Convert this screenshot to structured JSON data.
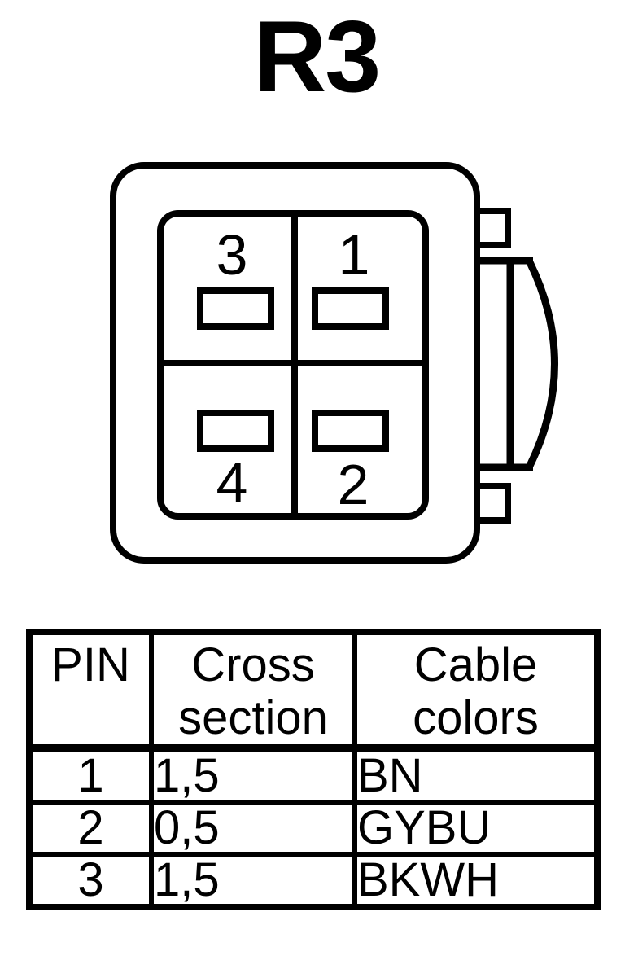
{
  "title": "R3",
  "colors": {
    "ink": "#000000",
    "background": "#ffffff"
  },
  "connector": {
    "description": "4-cavity connector face view with side latch",
    "pins": [
      {
        "number": "3",
        "position": "top-left"
      },
      {
        "number": "1",
        "position": "top-right"
      },
      {
        "number": "4",
        "position": "bottom-left"
      },
      {
        "number": "2",
        "position": "bottom-right"
      }
    ]
  },
  "table": {
    "headers": [
      "PIN",
      "Cross section",
      "Cable colors"
    ],
    "rows": [
      [
        "1",
        "1,5",
        "BN"
      ],
      [
        "2",
        "0,5",
        "GYBU"
      ],
      [
        "3",
        "1,5",
        "BKWH"
      ]
    ]
  }
}
